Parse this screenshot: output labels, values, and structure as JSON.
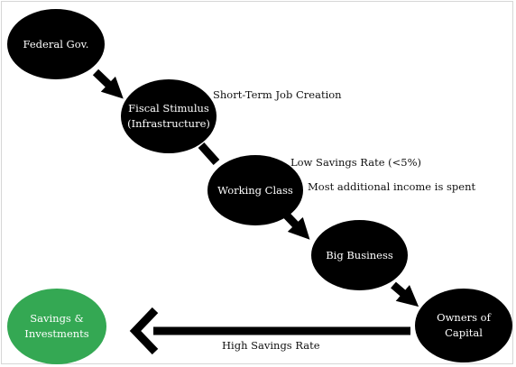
{
  "nodes": {
    "federal_gov": "Federal Gov.",
    "fiscal_stimulus": "Fiscal Stimulus\n(Infrastructure)",
    "working_class": "Working Class",
    "big_business": "Big Business",
    "owners_of_capital": "Owners of Capital",
    "savings_investments": "Savings &\nInvestments"
  },
  "annotations": {
    "short_term_jobs": "Short-Term Job Creation",
    "low_savings": "Low Savings Rate (<5%)",
    "income_spent": "Most additional income is spent",
    "high_savings": "High Savings Rate"
  },
  "colors": {
    "node_fill": "#000000",
    "node_text": "#ffffff",
    "savings_fill": "#34a853",
    "arrow": "#000000"
  }
}
